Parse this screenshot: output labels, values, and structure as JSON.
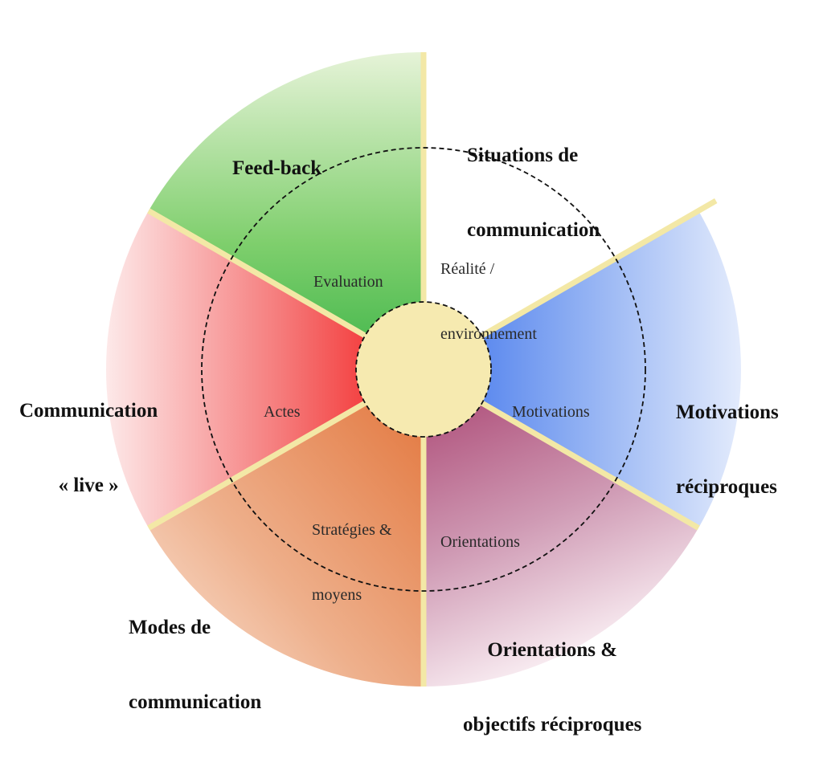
{
  "diagram": {
    "outer_labels": {
      "feedback": [
        "Feed-back"
      ],
      "situations": [
        "Situations de",
        "communication"
      ],
      "motivations": [
        "Motivations",
        "réciproques"
      ],
      "orientations": [
        "Orientations &",
        "objectifs réciproques"
      ],
      "modes": [
        "Modes de",
        "communication"
      ],
      "live": [
        "Communication",
        "« live »"
      ]
    },
    "inner_labels": {
      "evaluation": [
        "Evaluation"
      ],
      "realite": [
        "Réalité /",
        "environnement"
      ],
      "motivations": [
        "Motivations"
      ],
      "orientations": [
        "Orientations"
      ],
      "strategies": [
        "Stratégies &",
        "moyens"
      ],
      "actes": [
        "Actes"
      ]
    },
    "colors": {
      "feedback": "#3fb54a",
      "situations": "#ffffff",
      "motivations": "#3f74ec",
      "orientations": "#a8406e",
      "modes": "#e2743a",
      "live": "#f21a1a",
      "hub": "#f6eab0",
      "divider": "#f3e8a6"
    }
  }
}
